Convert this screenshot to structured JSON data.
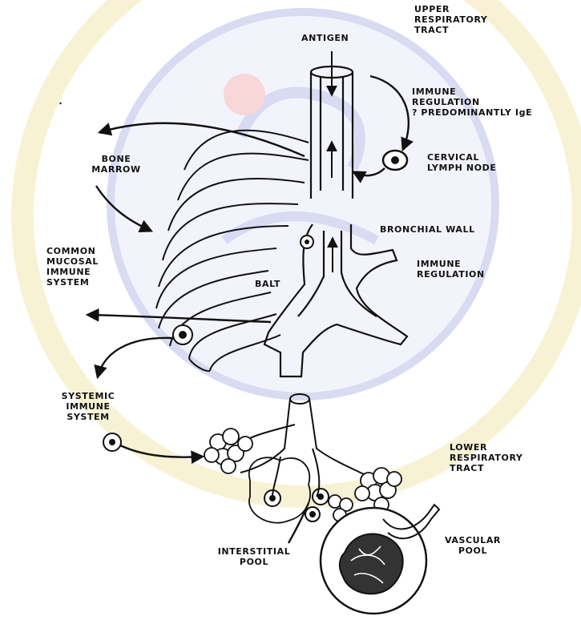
{
  "colors": {
    "ink": "#111111",
    "watermark_blue": "#b9bfe6",
    "watermark_yellow": "#f3e7b3",
    "watermark_pink": "#f2b7b7"
  },
  "labels": {
    "antigen": "ANTIGEN",
    "upper_tract": [
      "UPPER",
      "RESPIRATORY",
      "TRACT"
    ],
    "immune_regulation_upper": [
      "IMMUNE",
      "REGULATION",
      "? PREDOMINANTLY IgE"
    ],
    "cervical_node": [
      "CERVICAL",
      "LYMPH NODE"
    ],
    "bone_marrow": [
      "BONE",
      "MARROW"
    ],
    "bronchial_wall": "BRONCHIAL WALL",
    "common_mucosal": [
      "COMMON",
      "MUCOSAL",
      "IMMUNE",
      "SYSTEM"
    ],
    "balt": "BALT",
    "immune_regulation_lower": [
      "IMMUNE",
      "REGULATION"
    ],
    "systemic": [
      "SYSTEMIC",
      "IMMUNE",
      "SYSTEM"
    ],
    "lower_tract": [
      "LOWER",
      "RESPIRATORY",
      "TRACT"
    ],
    "interstitial_pool": [
      "INTERSTITIAL",
      "POOL"
    ],
    "vascular_pool": [
      "VASCULAR",
      "POOL"
    ]
  }
}
